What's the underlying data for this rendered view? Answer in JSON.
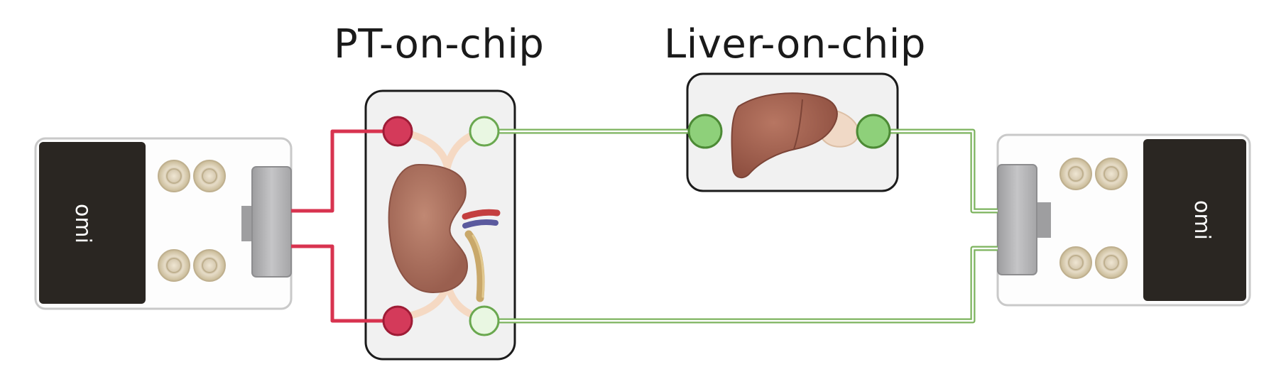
{
  "labels": {
    "pt_chip": "PT-on-chip",
    "liver_chip": "Liver-on-chip"
  },
  "devices": {
    "left_brand": "omi",
    "right_brand": "omi"
  },
  "colors": {
    "pt_line": "#d8334f",
    "liver_line": "#7cb35e",
    "red_port": "#d43a5a",
    "green_port": "#8ed07a",
    "chip_fill": "#f1f1f1",
    "kidney": "#a66b5a",
    "liver": "#9d5a4a"
  }
}
